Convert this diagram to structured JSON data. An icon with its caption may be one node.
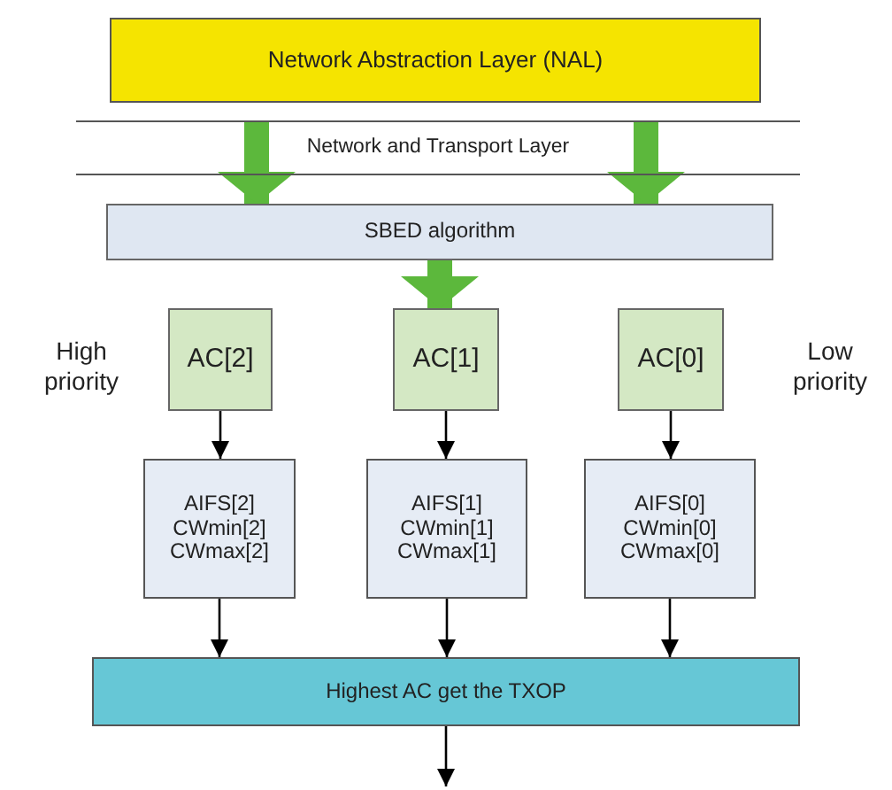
{
  "diagram": {
    "nodes": [
      {
        "text": [
          "Network Abstraction Layer (NAL)"
        ]
      },
      {
        "text": [
          "Network and Transport Layer"
        ]
      },
      {
        "text": [
          "SBED algorithm"
        ]
      },
      {
        "text": [
          "AC[2]"
        ]
      },
      {
        "text": [
          "AC[1]"
        ]
      },
      {
        "text": [
          "AC[0]"
        ]
      },
      {
        "text": [
          "AIFS[2]",
          "CWmin[2]",
          "CWmax[2]"
        ]
      },
      {
        "text": [
          "AIFS[1]",
          "CWmin[1]",
          "CWmax[1]"
        ]
      },
      {
        "text": [
          "AIFS[0]",
          "CWmin[0]",
          "CWmax[0]"
        ]
      },
      {
        "text": [
          "Highest AC get the TXOP"
        ]
      }
    ],
    "edges": [
      {
        "from": 1,
        "to": 2,
        "arrow": "to",
        "style": "thick",
        "color": "#5cb83c"
      },
      {
        "from": 1,
        "to": 2,
        "arrow": "to",
        "style": "thick",
        "color": "#5cb83c"
      },
      {
        "from": 2,
        "to": 4,
        "arrow": "to",
        "style": "thick",
        "color": "#5cb83c"
      },
      {
        "from": 3,
        "to": 6,
        "arrow": "to"
      },
      {
        "from": 4,
        "to": 7,
        "arrow": "to"
      },
      {
        "from": 5,
        "to": 8,
        "arrow": "to"
      },
      {
        "from": 6,
        "to": 9,
        "arrow": "to"
      },
      {
        "from": 7,
        "to": 9,
        "arrow": "to"
      },
      {
        "from": 8,
        "to": 9,
        "arrow": "to"
      },
      {
        "from": 9,
        "to": null,
        "arrow": "to"
      }
    ],
    "labels": [
      "High priority",
      "Low priority"
    ]
  }
}
